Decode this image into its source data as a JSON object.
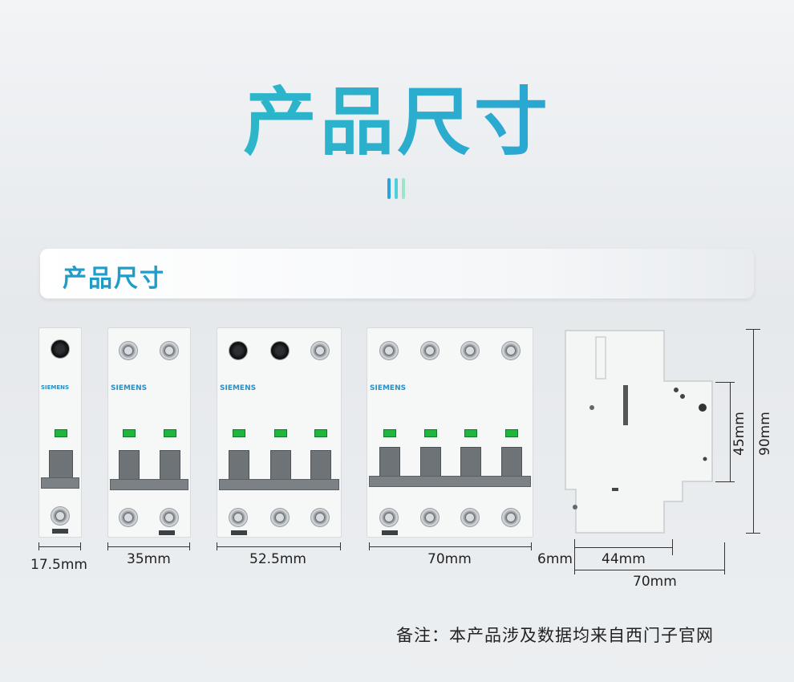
{
  "header": {
    "title": "产品尺寸",
    "bars_colors": [
      "#2aa3e0",
      "#4fd0d8",
      "#9be6c8"
    ]
  },
  "banner": {
    "label": "产品尺寸"
  },
  "products": [
    {
      "poles": 1,
      "brand": "SIEMENS",
      "width_label": "17.5mm"
    },
    {
      "poles": 2,
      "brand": "SIEMENS",
      "width_label": "35mm"
    },
    {
      "poles": 3,
      "brand": "SIEMENS",
      "width_label": "52.5mm"
    },
    {
      "poles": 4,
      "brand": "SIEMENS",
      "width_label": "70mm"
    }
  ],
  "side_view": {
    "depth_left_label": "6mm",
    "depth_mid_label": "44mm",
    "depth_total_label": "70mm",
    "height_inner_label": "45mm",
    "height_total_label": "90mm"
  },
  "note": "备注：本产品涉及数据均来自西门子官网",
  "colors": {
    "accent": "#1f9dc9",
    "indicator": "#1fb53f"
  }
}
